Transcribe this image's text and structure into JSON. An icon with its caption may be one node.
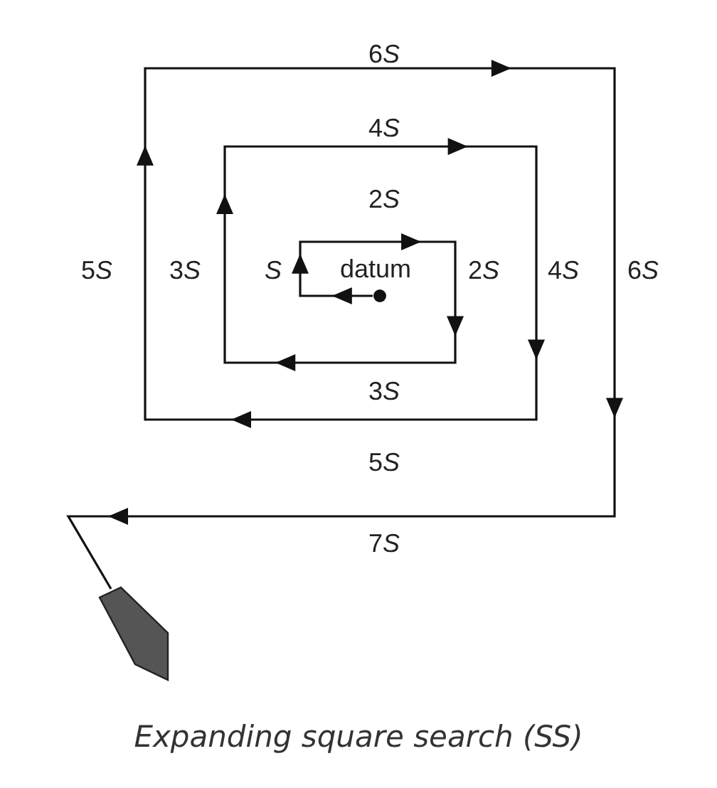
{
  "diagram": {
    "caption": "Expanding square search (SS)",
    "nodes": [
      {
        "text": [
          "datum"
        ]
      },
      {
        "text": [],
        "shape": "boat"
      }
    ],
    "edges": [
      {
        "from": 0,
        "to": 1,
        "arrow": "to"
      }
    ],
    "labels": [
      "6S",
      "4S",
      "2S",
      "5S",
      "3S",
      "S",
      "2S",
      "4S",
      "6S",
      "3S",
      "5S",
      "7S"
    ]
  }
}
